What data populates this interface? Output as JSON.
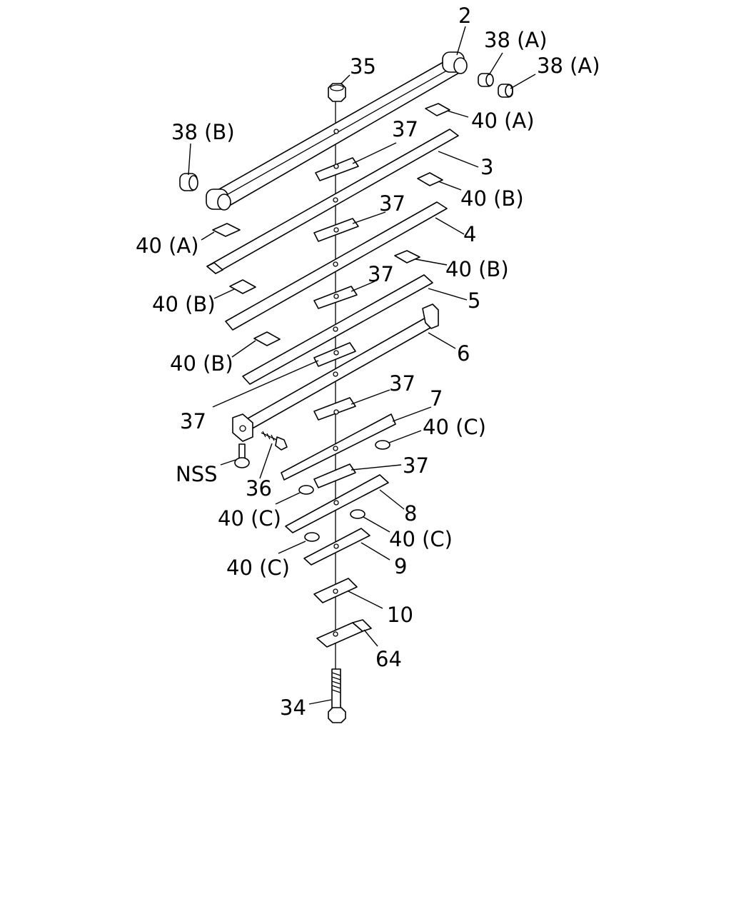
{
  "diagram": {
    "labels": {
      "p2": "2",
      "p38a_1": "38 (A)",
      "p38a_2": "38 (A)",
      "p35": "35",
      "p40a_top": "40 (A)",
      "p38b": "38 (B)",
      "p37_1": "37",
      "p3": "3",
      "p40b_1": "40 (B)",
      "p37_2": "37",
      "p4": "4",
      "p40a_left": "40 (A)",
      "p40b_2": "40 (B)",
      "p37_3": "37",
      "p40b_left1": "40 (B)",
      "p5": "5",
      "p6": "6",
      "p40b_left2": "40 (B)",
      "p37_4": "37",
      "p37_5": "37",
      "p7": "7",
      "p40c_1": "40 (C)",
      "nss": "NSS",
      "p37_6": "37",
      "p36": "36",
      "p40c_2": "40 (C)",
      "p8": "8",
      "p40c_3": "40 (C)",
      "p40c_4": "40 (C)",
      "p9": "9",
      "p10": "10",
      "p64": "64",
      "p34": "34"
    }
  }
}
